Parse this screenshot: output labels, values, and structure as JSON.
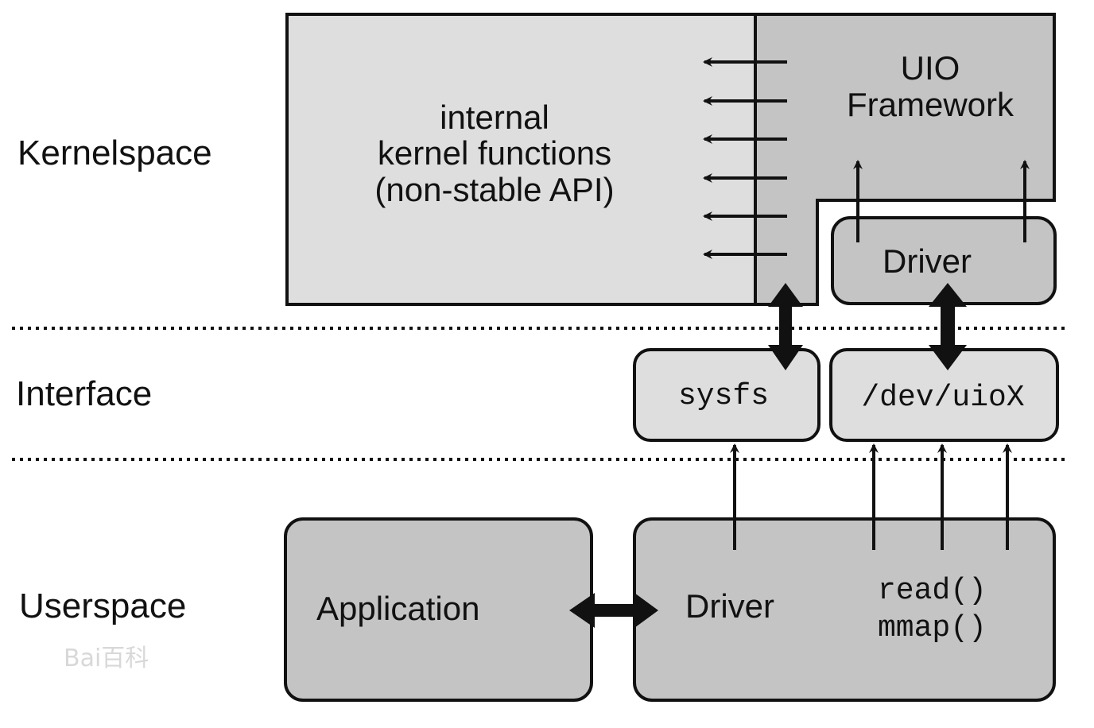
{
  "lanes": {
    "kernelspace": "Kernelspace",
    "interface": "Interface",
    "userspace": "Userspace"
  },
  "kernel_box": {
    "line1": "internal",
    "line2": "kernel functions",
    "line3": "(non-stable API)"
  },
  "uio_framework": {
    "line1": "UIO",
    "line2": "Framework"
  },
  "kernel_driver": {
    "label": "Driver"
  },
  "sysfs": {
    "label": "sysfs"
  },
  "dev_uio": {
    "label": "/dev/uioX"
  },
  "application": {
    "label": "Application"
  },
  "user_driver": {
    "label": "Driver",
    "call1": "read()",
    "call2": "mmap()"
  },
  "watermark": {
    "text": "Bai百科"
  },
  "colors": {
    "light_box": "#dedede",
    "dark_box": "#c4c4c4",
    "stroke": "#111111"
  }
}
